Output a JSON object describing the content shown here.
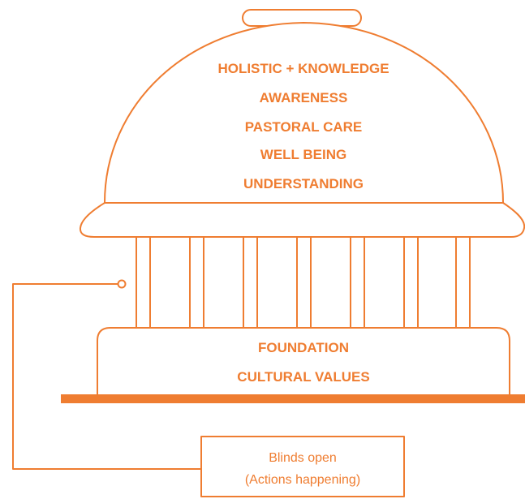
{
  "colors": {
    "accent": "#EF7D31",
    "background": "#FFFFFF"
  },
  "dome": {
    "lines": [
      "HOLISTIC + KNOWLEDGE",
      "AWARENESS",
      "PASTORAL CARE",
      "WELL BEING",
      "UNDERSTANDING"
    ]
  },
  "foundation": {
    "lines": [
      "FOUNDATION",
      "CULTURAL VALUES"
    ]
  },
  "callout": {
    "lines": [
      "Blinds open",
      "(Actions happening)"
    ]
  }
}
